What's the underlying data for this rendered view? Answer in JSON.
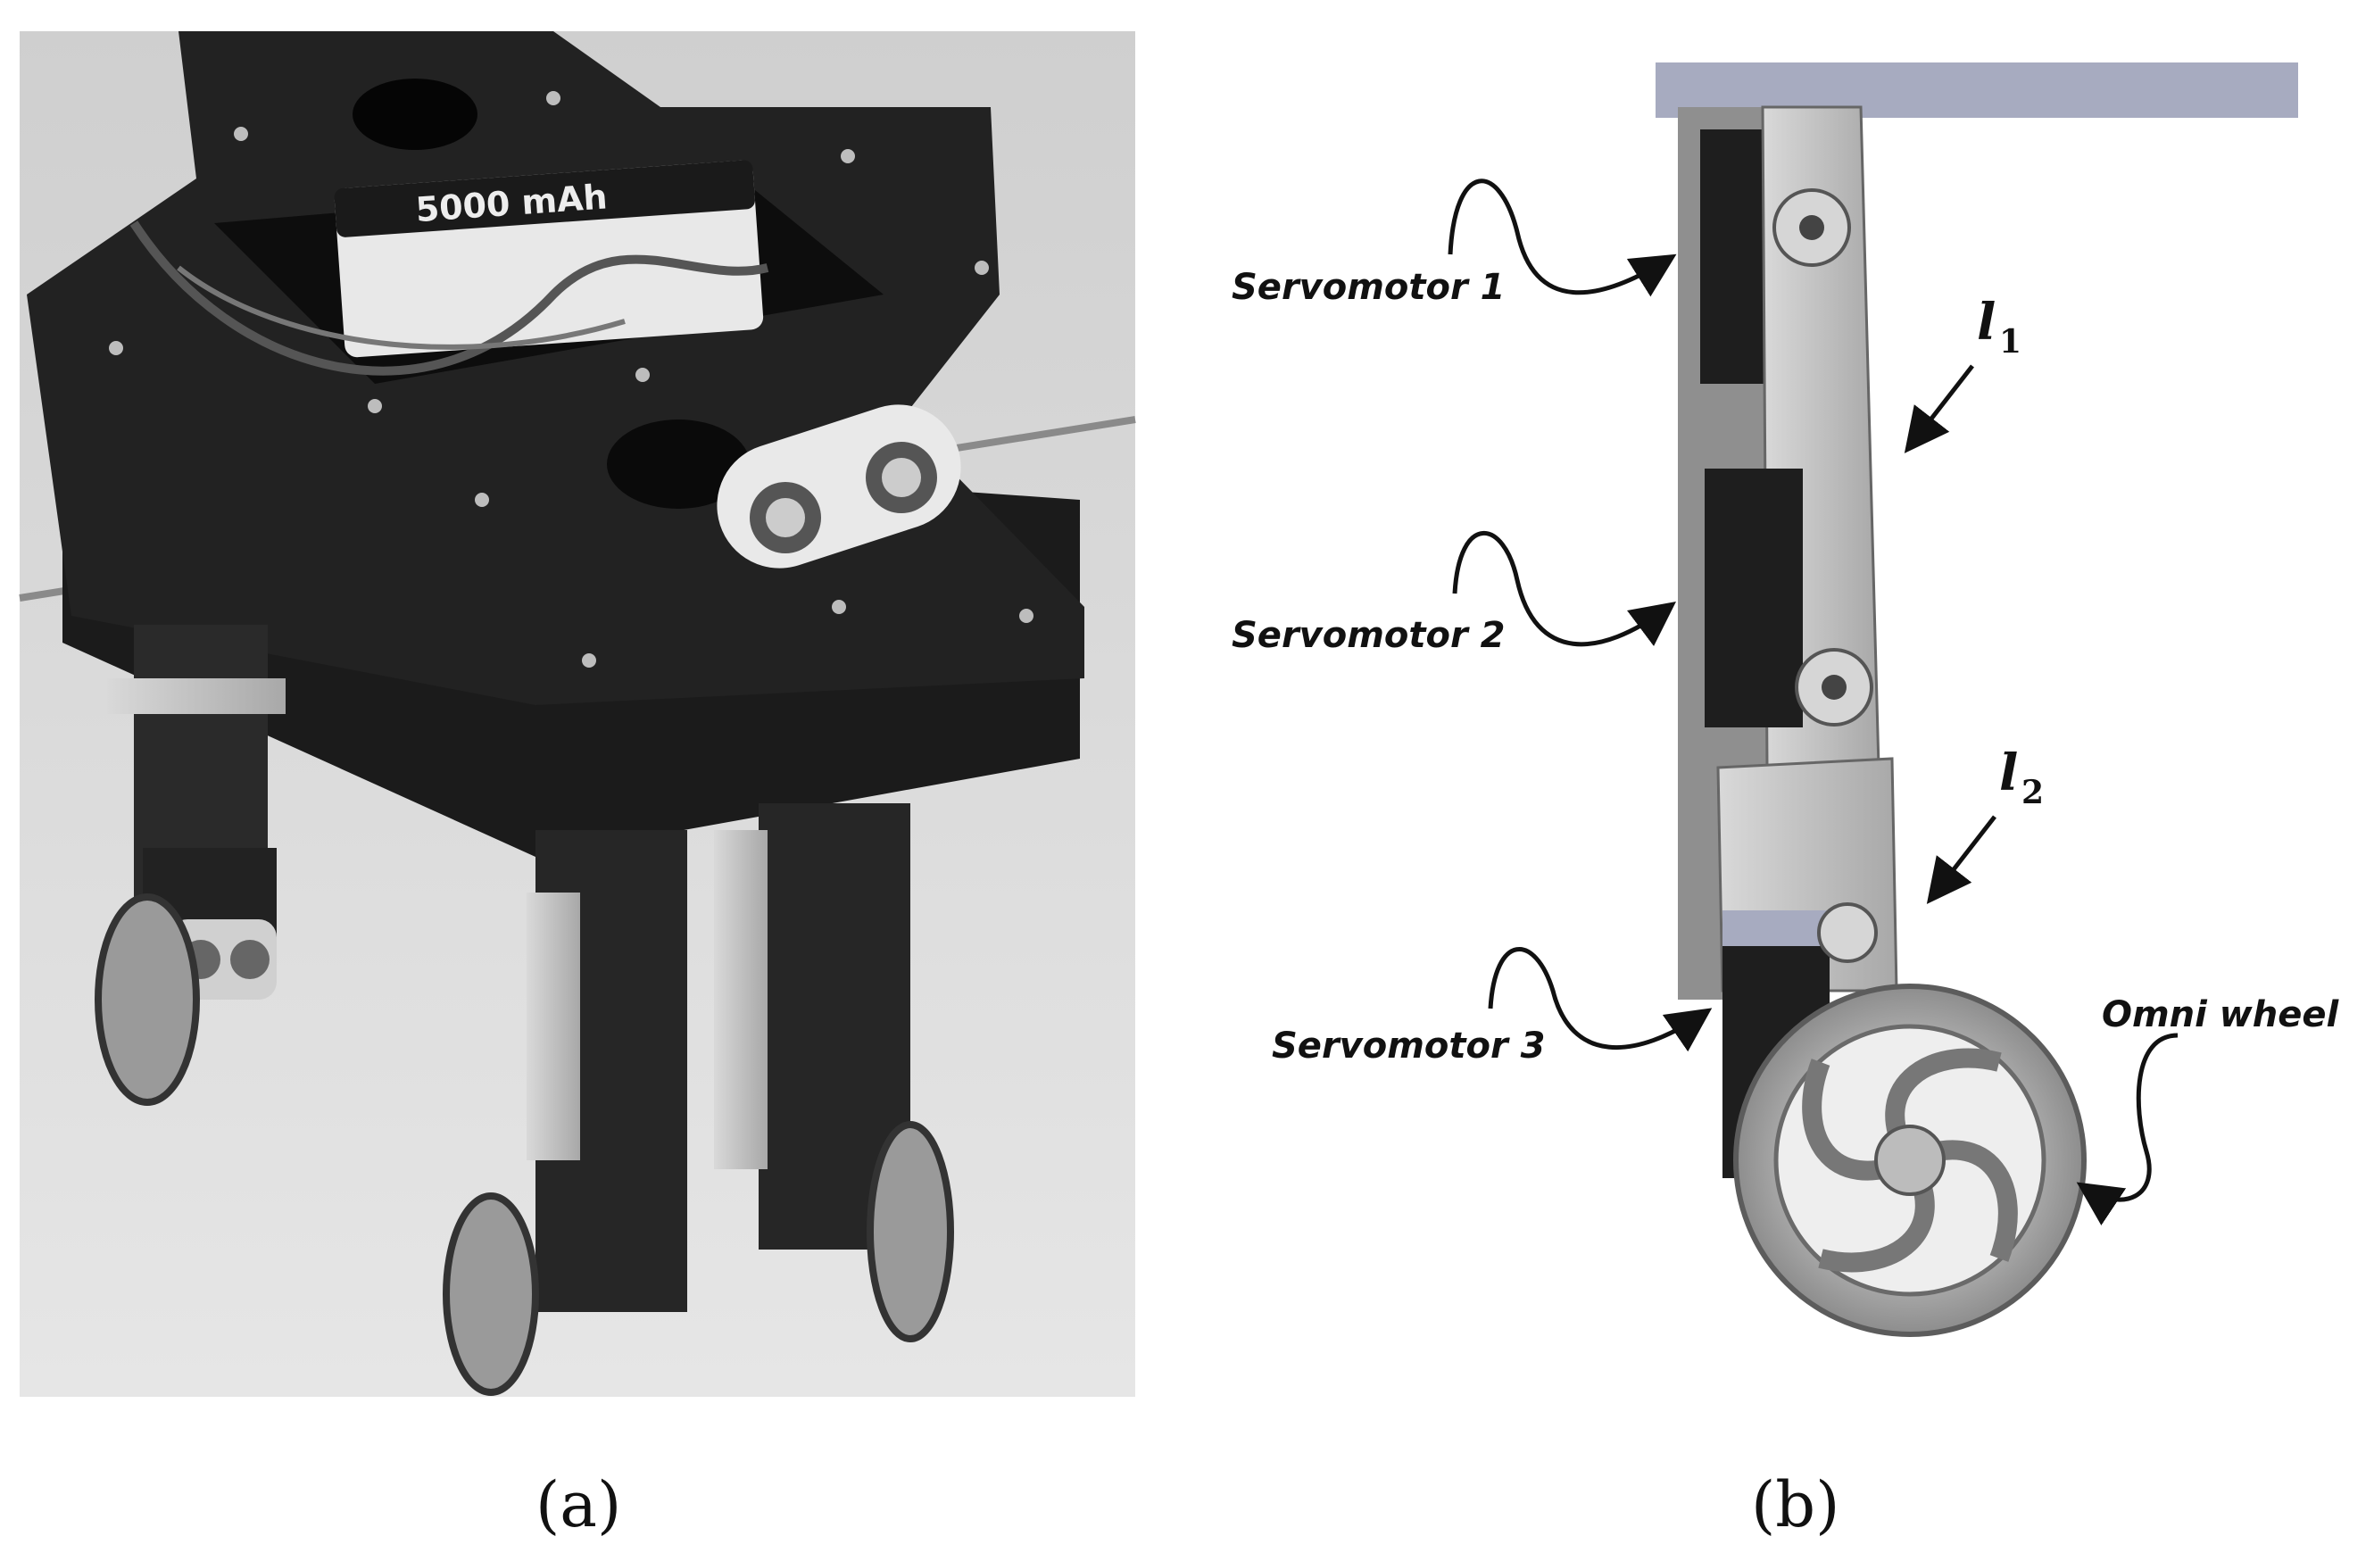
{
  "panel_a": {
    "label": "(a)",
    "battery_text": "5000 mAh"
  },
  "panel_b": {
    "label": "(b)",
    "callouts": {
      "servo1": "Servomotor 1",
      "servo2": "Servomotor 2",
      "servo3": "Servomotor 3",
      "omni": "Omni wheel"
    },
    "links": {
      "l1_main": "l",
      "l1_sub": "1",
      "l2_main": "l",
      "l2_sub": "2"
    }
  }
}
